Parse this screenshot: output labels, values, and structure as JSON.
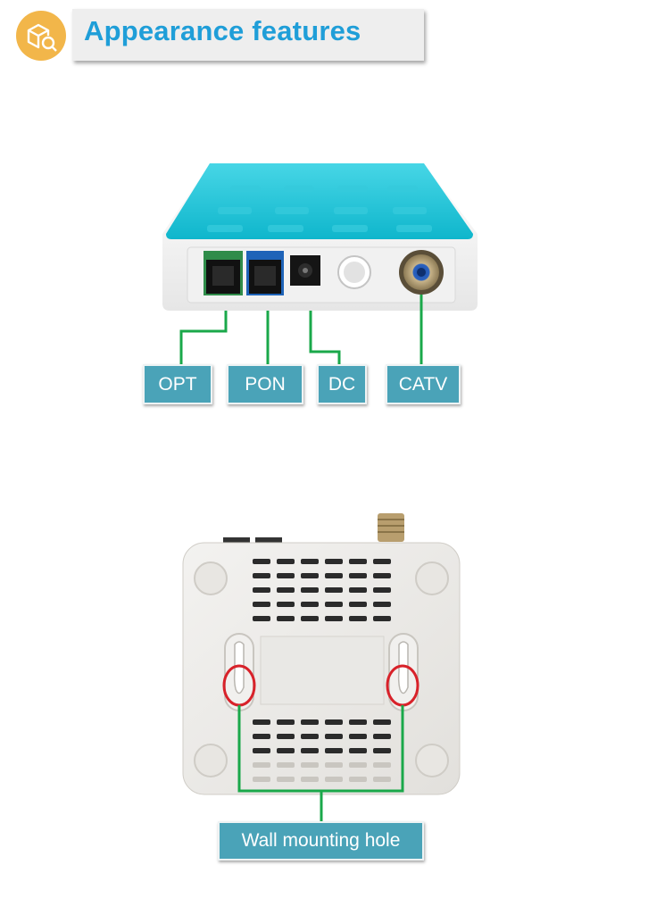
{
  "header": {
    "title": "Appearance features",
    "icon": "box-search-icon",
    "accent_color": "#1f9ed8",
    "icon_color": "#f2b64a"
  },
  "front_view": {
    "ports": [
      {
        "label": "OPT"
      },
      {
        "label": "PON"
      },
      {
        "label": "DC"
      },
      {
        "label": "CATV"
      }
    ]
  },
  "bottom_view": {
    "callout": "Wall mounting hole"
  },
  "colors": {
    "label_bg": "#4aa3b8",
    "connector_line": "#1aa84a",
    "device_top": "#22c3d6",
    "highlight_ring": "#d8222a"
  }
}
